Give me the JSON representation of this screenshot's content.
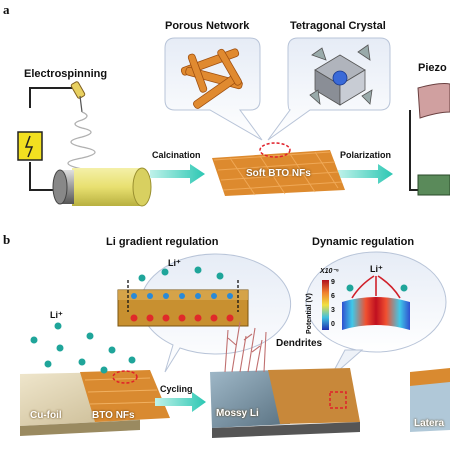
{
  "panel_a": {
    "letter": "a",
    "electrospinning": "Electrospinning",
    "porous_network": "Porous Network",
    "tetragonal_crystal": "Tetragonal Crystal",
    "piezo": "Piezo",
    "calcination": "Calcination",
    "soft_bto": "Soft BTO NFs",
    "polarization": "Polarization"
  },
  "panel_b": {
    "letter": "b",
    "li_gradient": "Li gradient regulation",
    "dynamic": "Dynamic regulation",
    "li_plus_1": "Li⁺",
    "li_plus_2": "Li⁺",
    "li_plus_3": "Li⁺",
    "dendrites": "Dendrites",
    "cycling": "Cycling",
    "cu_foil": "Cu-foil",
    "bto_nfs": "BTO NFs",
    "mossy_li": "Mossy Li",
    "lateral": "Latera",
    "potential_axis": "Potential (V)",
    "scale_exp": "X10⁻⁶",
    "ticks": [
      "9",
      "6",
      "3",
      "0"
    ]
  },
  "colors": {
    "nf_orange": "#d9822b",
    "arrow_teal": "#2cc7b3",
    "li_teal": "#1fa59a",
    "red_dash": "#e0202a"
  }
}
